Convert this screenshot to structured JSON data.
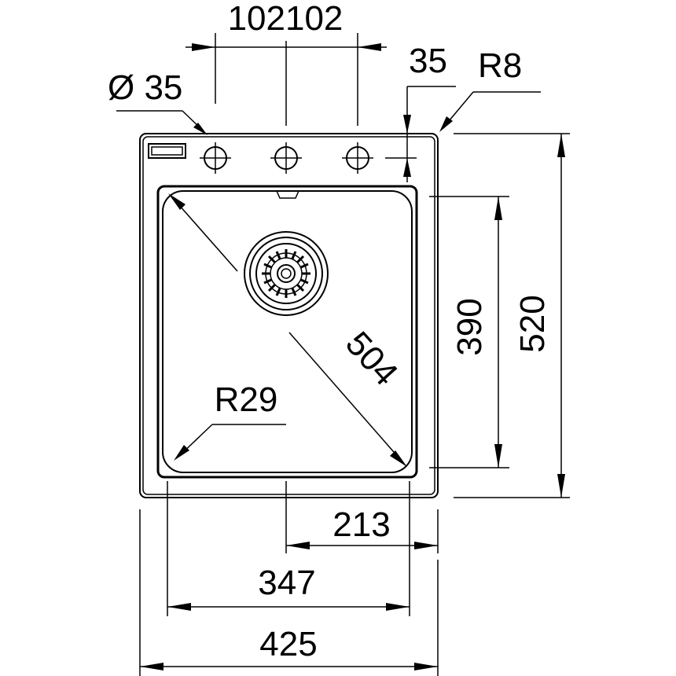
{
  "dimensions": {
    "tap_spacing": "102102",
    "hole_diameter": "Ø 35",
    "edge_offset": "35",
    "corner_radius": "R8",
    "bowl_diagonal": "504",
    "bowl_radius": "R29",
    "bowl_height": "390",
    "overall_height": "520",
    "drain_offset": "213",
    "bowl_width": "347",
    "overall_width": "425"
  }
}
